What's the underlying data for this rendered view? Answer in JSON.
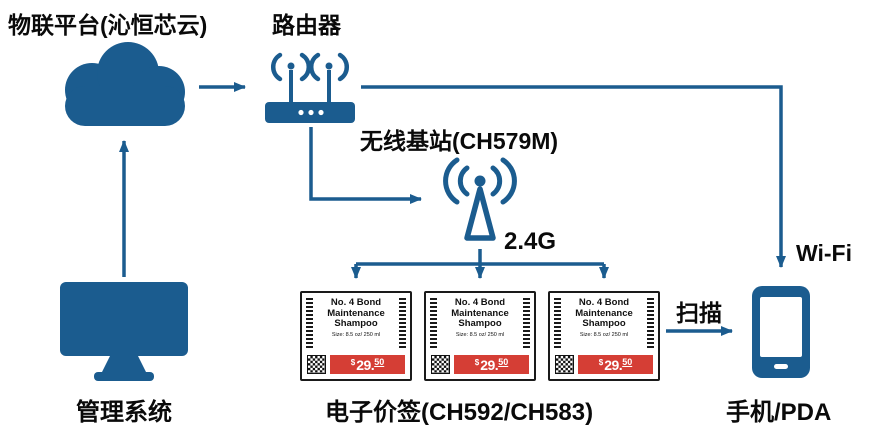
{
  "colors": {
    "primary_blue": "#1b5c8f",
    "tag_red": "#d53e35",
    "text_black": "#0a0a0a"
  },
  "nodes": {
    "iot_platform_label": "物联平台(沁恒芯云)",
    "router_label": "路由器",
    "base_station_label": "无线基站(CH579M)",
    "management_label": "管理系统",
    "esl_label": "电子价签(CH592/CH583)",
    "phone_label": "手机/PDA"
  },
  "edges": {
    "band_label": "2.4G",
    "wifi_label": "Wi-Fi",
    "scan_label": "扫描"
  },
  "price_tag": {
    "title_line1": "No. 4 Bond",
    "title_line2": "Maintenance",
    "title_line3": "Shampoo",
    "subtext": "Size: 8.5 oz/ 250 ml",
    "currency": "$",
    "price_int": "29.",
    "price_cents": "50"
  }
}
